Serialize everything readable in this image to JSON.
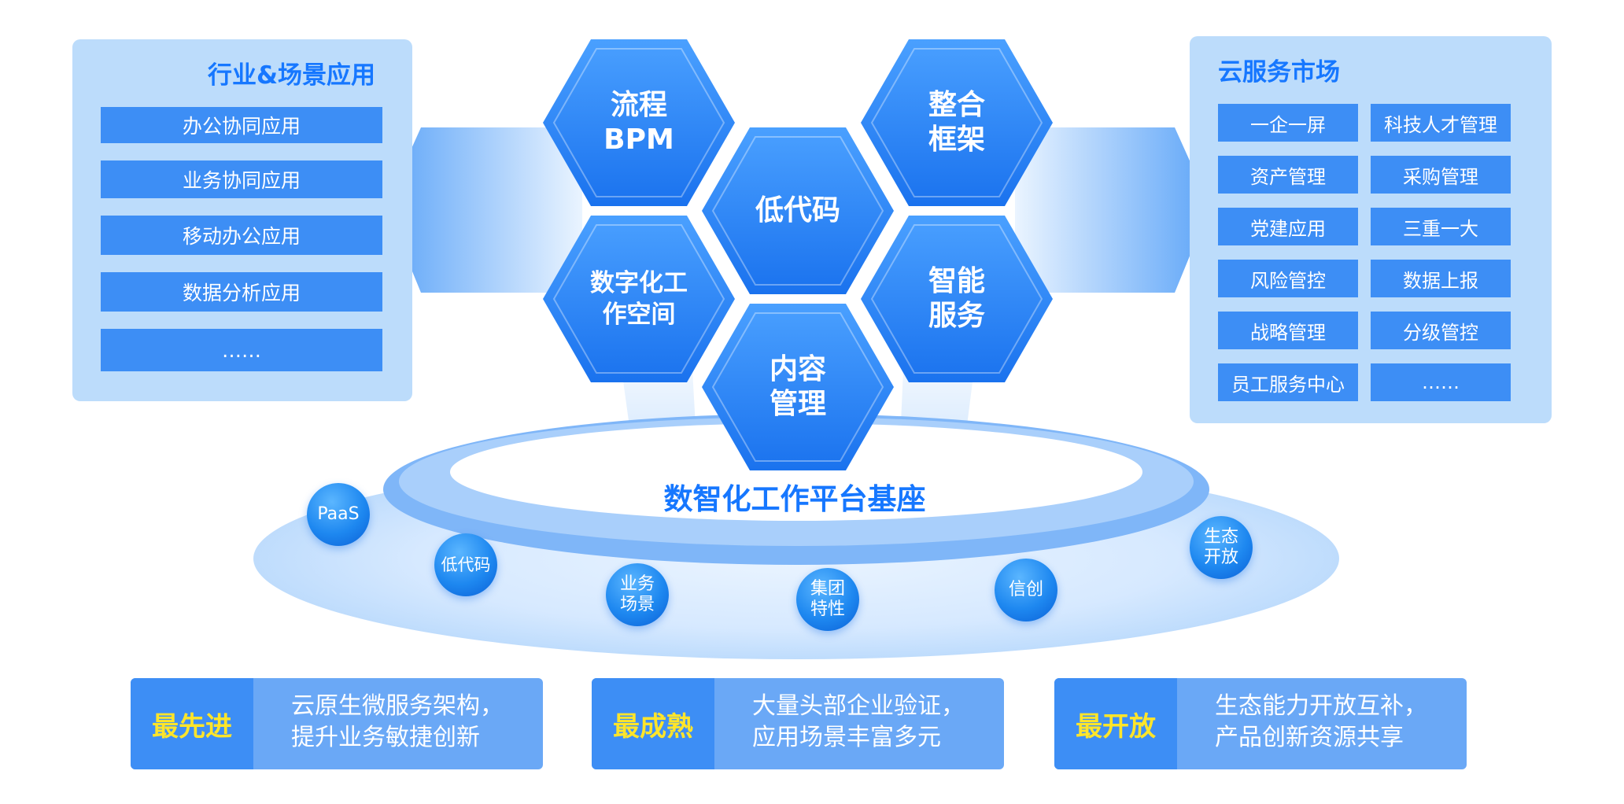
{
  "left_panel": {
    "title": "行业&场景应用",
    "items": [
      "办公协同应用",
      "业务协同应用",
      "移动办公应用",
      "数据分析应用",
      "……"
    ]
  },
  "right_panel": {
    "title": "云服务市场",
    "items": [
      "一企一屏",
      "科技人才管理",
      "资产管理",
      "采购管理",
      "党建应用",
      "三重一大",
      "风险管控",
      "数据上报",
      "战略管理",
      "分级管控",
      "员工服务中心",
      "……"
    ]
  },
  "hexagons": [
    {
      "line1": "流程",
      "line2": "BPM"
    },
    {
      "line1": "整合",
      "line2": "框架"
    },
    {
      "line1": "低代码",
      "line2": ""
    },
    {
      "line1": "数字化工",
      "line2": "作空间"
    },
    {
      "line1": "智能",
      "line2": "服务"
    },
    {
      "line1": "内容",
      "line2": "管理"
    }
  ],
  "base": {
    "title": "数智化工作平台基座"
  },
  "orbs": [
    {
      "line1": "PaaS",
      "line2": ""
    },
    {
      "line1": "低代码",
      "line2": ""
    },
    {
      "line1": "业务",
      "line2": "场景"
    },
    {
      "line1": "集团",
      "line2": "特性"
    },
    {
      "line1": "信创",
      "line2": ""
    },
    {
      "line1": "生态",
      "line2": "开放"
    }
  ],
  "features": [
    {
      "tag": "最先进",
      "line1": "云原生微服务架构，",
      "line2": "提升业务敏捷创新"
    },
    {
      "tag": "最成熟",
      "line1": "大量头部企业验证，",
      "line2": "应用场景丰富多元"
    },
    {
      "tag": "最开放",
      "line1": "生态能力开放互补，",
      "line2": "产品创新资源共享"
    }
  ],
  "colors": {
    "accent": "#1677ff",
    "item_bg": "#3d8ef5",
    "panel_bg": "#bcdcfb",
    "feature_bg": "#6aa8f6",
    "feature_tag_text": "#ffe52a"
  }
}
